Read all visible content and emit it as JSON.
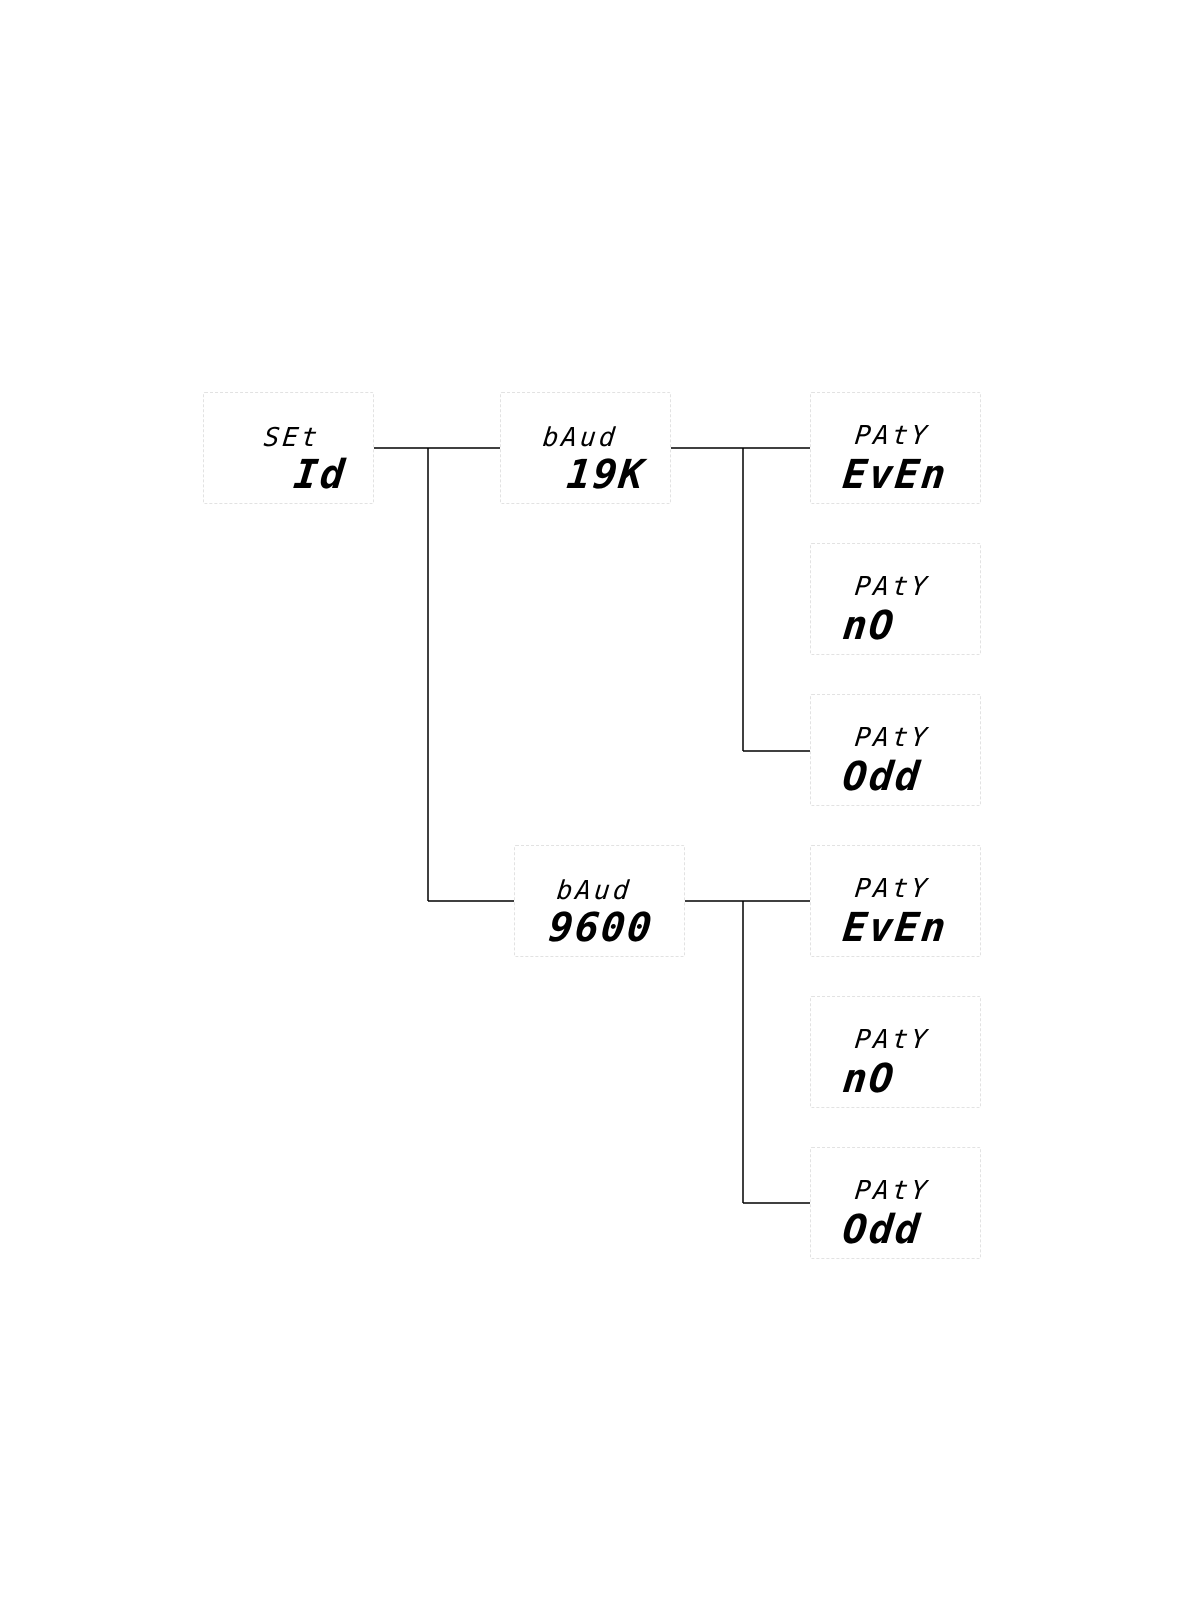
{
  "diagram": {
    "root": {
      "line1": "SEt",
      "line2": "Id"
    },
    "baud_high": {
      "line1": "bAud",
      "line2": "19K",
      "options": [
        {
          "line1": "PAtY",
          "line2": "EvEn"
        },
        {
          "line1": "PAtY",
          "line2": "nO"
        },
        {
          "line1": "PAtY",
          "line2": "Odd"
        }
      ]
    },
    "baud_low": {
      "line1": "bAud",
      "line2": "9600",
      "options": [
        {
          "line1": "PAtY",
          "line2": "EvEn"
        },
        {
          "line1": "PAtY",
          "line2": "nO"
        },
        {
          "line1": "PAtY",
          "line2": "Odd"
        }
      ]
    }
  }
}
